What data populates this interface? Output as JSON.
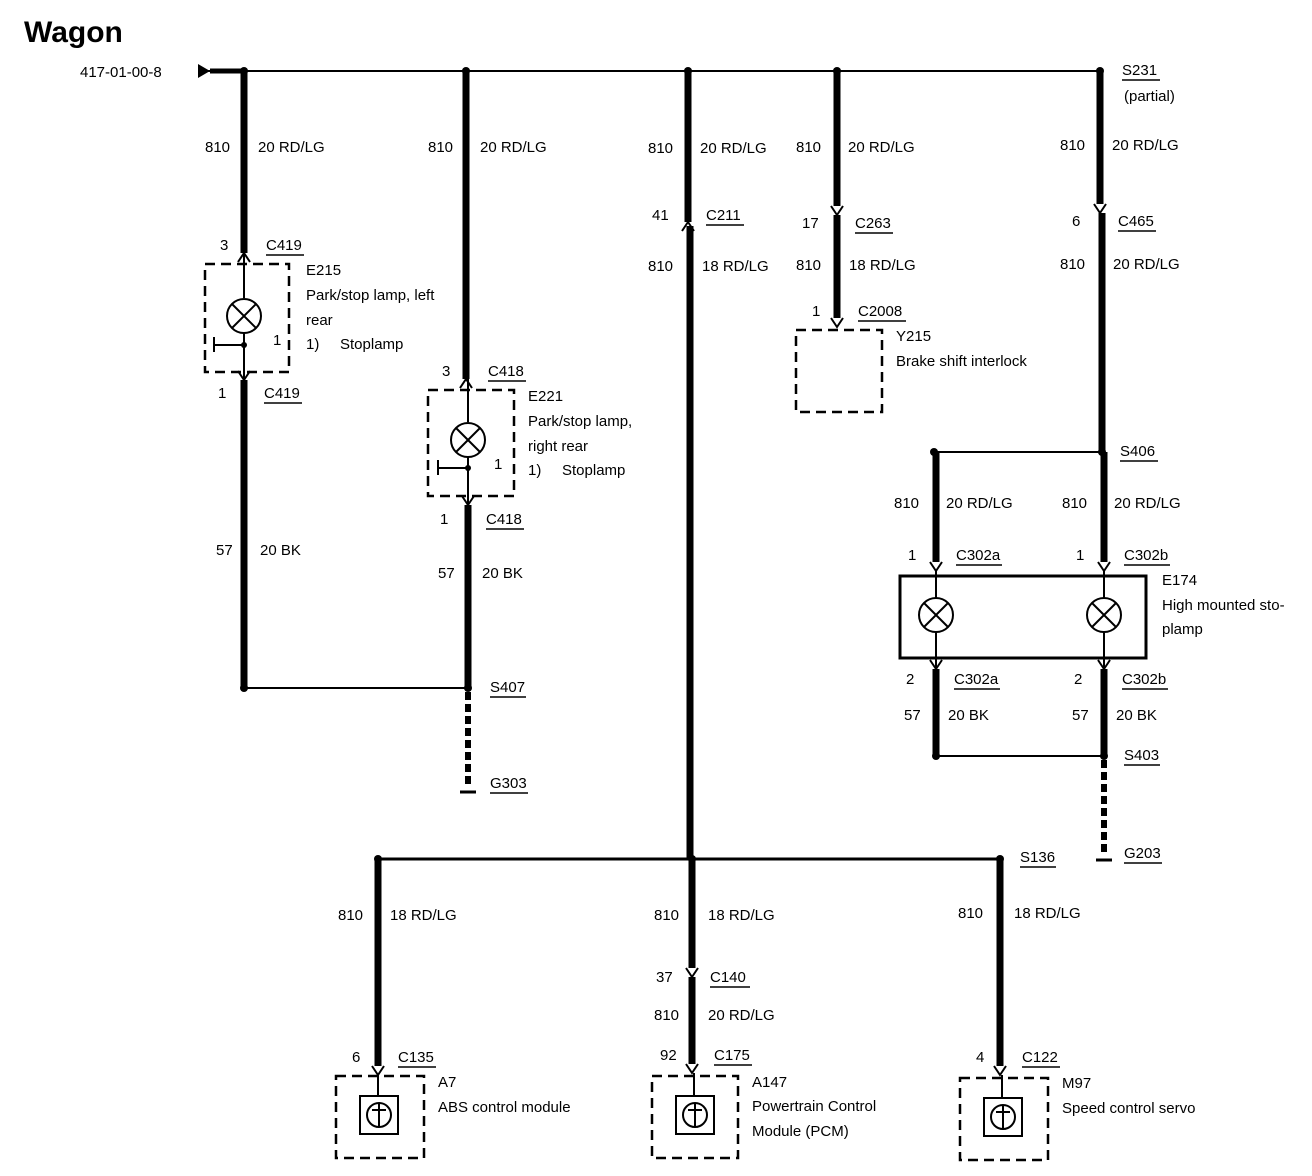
{
  "title": "Wagon",
  "ref": "417-01-00-8",
  "wires": {
    "e215_in": {
      "circuit": "810",
      "spec": "20 RD/LG"
    },
    "e221_in": {
      "circuit": "810",
      "spec": "20 RD/LG"
    },
    "center_top": {
      "circuit": "810",
      "spec": "20 RD/LG"
    },
    "center_mid": {
      "circuit": "810",
      "spec": "18 RD/LG"
    },
    "y215_top": {
      "circuit": "810",
      "spec": "20 RD/LG"
    },
    "y215_mid": {
      "circuit": "810",
      "spec": "18 RD/LG"
    },
    "right_top": {
      "circuit": "810",
      "spec": "20 RD/LG"
    },
    "right_mid": {
      "circuit": "810",
      "spec": "20 RD/LG"
    },
    "e174_left_in": {
      "circuit": "810",
      "spec": "20 RD/LG"
    },
    "e174_right_in": {
      "circuit": "810",
      "spec": "20 RD/LG"
    },
    "e215_gnd": {
      "circuit": "57",
      "spec": "20 BK"
    },
    "e221_gnd": {
      "circuit": "57",
      "spec": "20 BK"
    },
    "e174_left_gnd": {
      "circuit": "57",
      "spec": "20 BK"
    },
    "e174_right_gnd": {
      "circuit": "57",
      "spec": "20 BK"
    },
    "a7_in": {
      "circuit": "810",
      "spec": "18 RD/LG"
    },
    "a147_top": {
      "circuit": "810",
      "spec": "18 RD/LG"
    },
    "a147_bot": {
      "circuit": "810",
      "spec": "20 RD/LG"
    },
    "m97_in": {
      "circuit": "810",
      "spec": "18 RD/LG"
    }
  },
  "connectors": {
    "c419_top": {
      "pin": "3",
      "name": "C419"
    },
    "c419_bot": {
      "pin": "1",
      "name": "C419"
    },
    "c418_top": {
      "pin": "3",
      "name": "C418"
    },
    "c418_bot": {
      "pin": "1",
      "name": "C418"
    },
    "c211": {
      "pin": "41",
      "name": "C211"
    },
    "c263": {
      "pin": "17",
      "name": "C263"
    },
    "c2008": {
      "pin": "1",
      "name": "C2008"
    },
    "c465": {
      "pin": "6",
      "name": "C465"
    },
    "c302a_top": {
      "pin": "1",
      "name": "C302a"
    },
    "c302b_top": {
      "pin": "1",
      "name": "C302b"
    },
    "c302a_bot": {
      "pin": "2",
      "name": "C302a"
    },
    "c302b_bot": {
      "pin": "2",
      "name": "C302b"
    },
    "c140": {
      "pin": "37",
      "name": "C140"
    },
    "c135": {
      "pin": "6",
      "name": "C135"
    },
    "c175": {
      "pin": "92",
      "name": "C175"
    },
    "c122": {
      "pin": "4",
      "name": "C122"
    }
  },
  "splices": {
    "s231": "S231",
    "s231_note": "(partial)",
    "s406": "S406",
    "s407": "S407",
    "s403": "S403",
    "s136": "S136"
  },
  "grounds": {
    "g303": "G303",
    "g203": "G203"
  },
  "components": {
    "e215": {
      "id": "E215",
      "desc1": "Park/stop lamp, left",
      "desc2": "rear",
      "note_num": "1)",
      "note": "Stoplamp",
      "pin": "1"
    },
    "e221": {
      "id": "E221",
      "desc1": "Park/stop lamp,",
      "desc2": "right rear",
      "note_num": "1)",
      "note": "Stoplamp",
      "pin": "1"
    },
    "y215": {
      "id": "Y215",
      "desc1": "Brake shift interlock"
    },
    "e174": {
      "id": "E174",
      "desc1": "High mounted sto-",
      "desc2": "plamp"
    },
    "a7": {
      "id": "A7",
      "desc1": "ABS control module"
    },
    "a147": {
      "id": "A147",
      "desc1": "Powertrain Control",
      "desc2": "Module (PCM)"
    },
    "m97": {
      "id": "M97",
      "desc1": "Speed control servo"
    }
  }
}
